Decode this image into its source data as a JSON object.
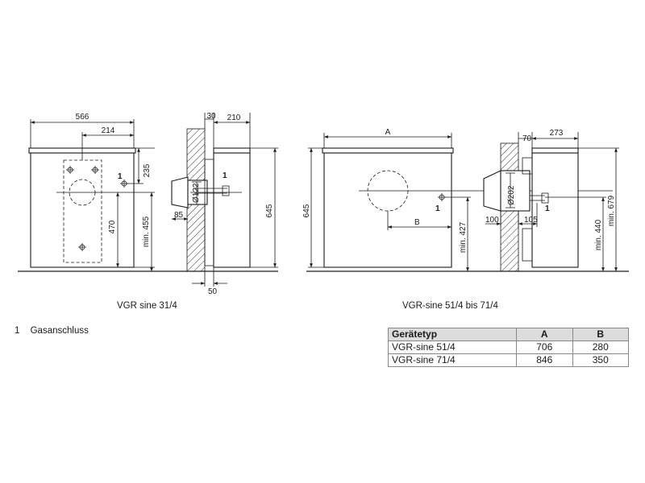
{
  "figures": [
    {
      "caption": "VGR sine 31/4",
      "dims": {
        "width": "566",
        "half": "214",
        "top": "235",
        "gas_height": "470",
        "min_height": "min. 455",
        "wall": "30",
        "depth": "210",
        "pipe_dia": "Ø122",
        "flue_offset": "85",
        "base_offset": "50",
        "total_height": "645",
        "marker": "1"
      }
    },
    {
      "caption": "VGR-sine 51/4 bis 71/4",
      "dims": {
        "width": "A",
        "half": "B",
        "height": "645",
        "min_gas": "min. 427",
        "wall": "70",
        "depth": "273",
        "pipe_dia": "Ø202",
        "offset_left": "100",
        "offset_right": "105",
        "min_mid": "min. 440",
        "min_total": "min. 679",
        "marker": "1"
      }
    }
  ],
  "legend": {
    "number": "1",
    "text": "Gasanschluss"
  },
  "table": {
    "headers": [
      "Gerätetyp",
      "A",
      "B"
    ],
    "rows": [
      [
        "VGR-sine 51/4",
        "706",
        "280"
      ],
      [
        "VGR-sine 71/4",
        "846",
        "350"
      ]
    ]
  }
}
